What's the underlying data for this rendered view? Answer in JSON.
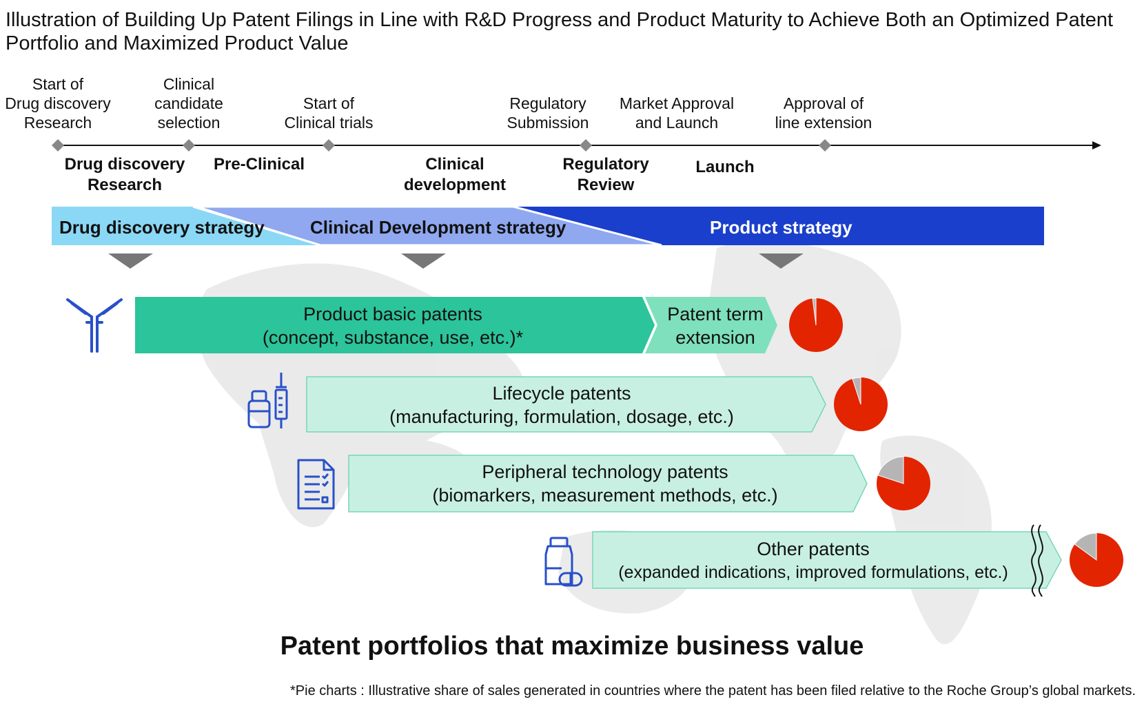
{
  "title": "Illustration of Building Up Patent Filings in Line with R&D Progress and Product Maturity to Achieve Both an Optimized Patent Portfolio and Maximized Product Value",
  "milestones": [
    {
      "label": "Start of\nDrug discovery\nResearch"
    },
    {
      "label": "Clinical\ncandidate\nselection"
    },
    {
      "label": "Start of\nClinical trials"
    },
    {
      "label": "Regulatory\nSubmission"
    },
    {
      "label": "Market Approval\nand Launch"
    },
    {
      "label": "Approval of\nline extension"
    }
  ],
  "phases": [
    {
      "label": "Drug discovery\nResearch"
    },
    {
      "label": "Pre-Clinical"
    },
    {
      "label": "Clinical\ndevelopment"
    },
    {
      "label": "Regulatory\nReview"
    },
    {
      "label": "Launch"
    }
  ],
  "strategies": [
    {
      "label": "Drug discovery strategy",
      "color": "#8ad8f5"
    },
    {
      "label": "Clinical Development strategy",
      "color": "#8fa8f0"
    },
    {
      "label": "Product strategy",
      "color": "#1a3fcc"
    }
  ],
  "patents": [
    {
      "line1": "Product basic patents",
      "line2": "(concept, substance, use, etc.)*",
      "icon": "antibody-icon",
      "share": 0.98
    },
    {
      "line1": "Patent term",
      "line2": "extension"
    },
    {
      "line1": "Lifecycle patents",
      "line2": "(manufacturing, formulation, dosage, etc.)",
      "icon": "vial-syringe-icon",
      "share": 0.95
    },
    {
      "line1": "Peripheral technology patents",
      "line2": "(biomarkers, measurement methods, etc.)",
      "icon": "checklist-document-icon",
      "share": 0.8
    },
    {
      "line1": "Other patents",
      "line2": "(expanded indications, improved formulations, etc.)",
      "icon": "bottle-capsule-icon",
      "share": 0.85
    }
  ],
  "colors": {
    "basic_patent": "#2cc49a",
    "other_patent": "#c8f0e2",
    "pie_main": "#e32400",
    "pie_rest": "#b5b5b5",
    "icon": "#2850c8",
    "marker": "#888888"
  },
  "bottom_title": "Patent portfolios that maximize business value",
  "footnote": "*Pie charts : Illustrative share of sales generated in countries where the patent has been filed relative to the Roche Group’s global markets."
}
